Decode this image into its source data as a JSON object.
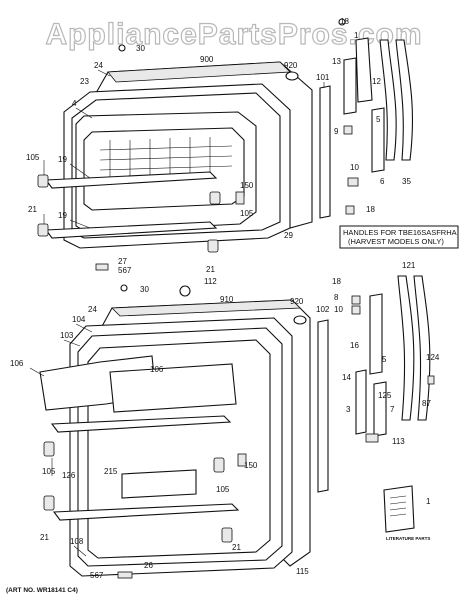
{
  "watermark": "AppliancePartsPros.com",
  "upper_door": {
    "labels": {
      "p18": "18",
      "p30": "30",
      "p900": "900",
      "p920": "920",
      "p24": "24",
      "p23": "23",
      "p4": "4",
      "p101": "101",
      "p13": "13",
      "p1": "1",
      "p12": "12",
      "p9": "9",
      "p5": "5",
      "p10": "10",
      "p6": "6",
      "p35": "35",
      "p105a": "105",
      "p19a": "19",
      "p150": "150",
      "p105b": "105",
      "p29": "29",
      "p21a": "21",
      "p19b": "19",
      "p18b": "18",
      "p27": "27",
      "p567": "567",
      "p21b": "21",
      "p30b": "30",
      "p112": "112"
    }
  },
  "handles_note": {
    "line1": "HANDLES FOR TBE16SASFRHA",
    "line2": "(HARVEST MODELS ONLY)"
  },
  "lower_door": {
    "labels": {
      "p910": "910",
      "p920": "920",
      "p24": "24",
      "p104": "104",
      "p103": "103",
      "p106a": "106",
      "p106b": "106",
      "p102": "102",
      "p18": "18",
      "p8": "8",
      "p10": "10",
      "p121": "121",
      "p16": "16",
      "p5": "5",
      "p124": "124",
      "p14": "14",
      "p3": "3",
      "p125": "125",
      "p7": "7",
      "p87": "87",
      "p113": "113",
      "p105a": "105",
      "p126": "126",
      "p215": "215",
      "p150": "150",
      "p105b": "105",
      "p1": "1",
      "p21a": "21",
      "p108": "108",
      "p21b": "21",
      "p115": "115",
      "p567": "567",
      "p26": "26"
    }
  },
  "literature": {
    "text": "LITERATURE PARTS"
  },
  "art_number": "(ART NO. WR18141 C4)"
}
